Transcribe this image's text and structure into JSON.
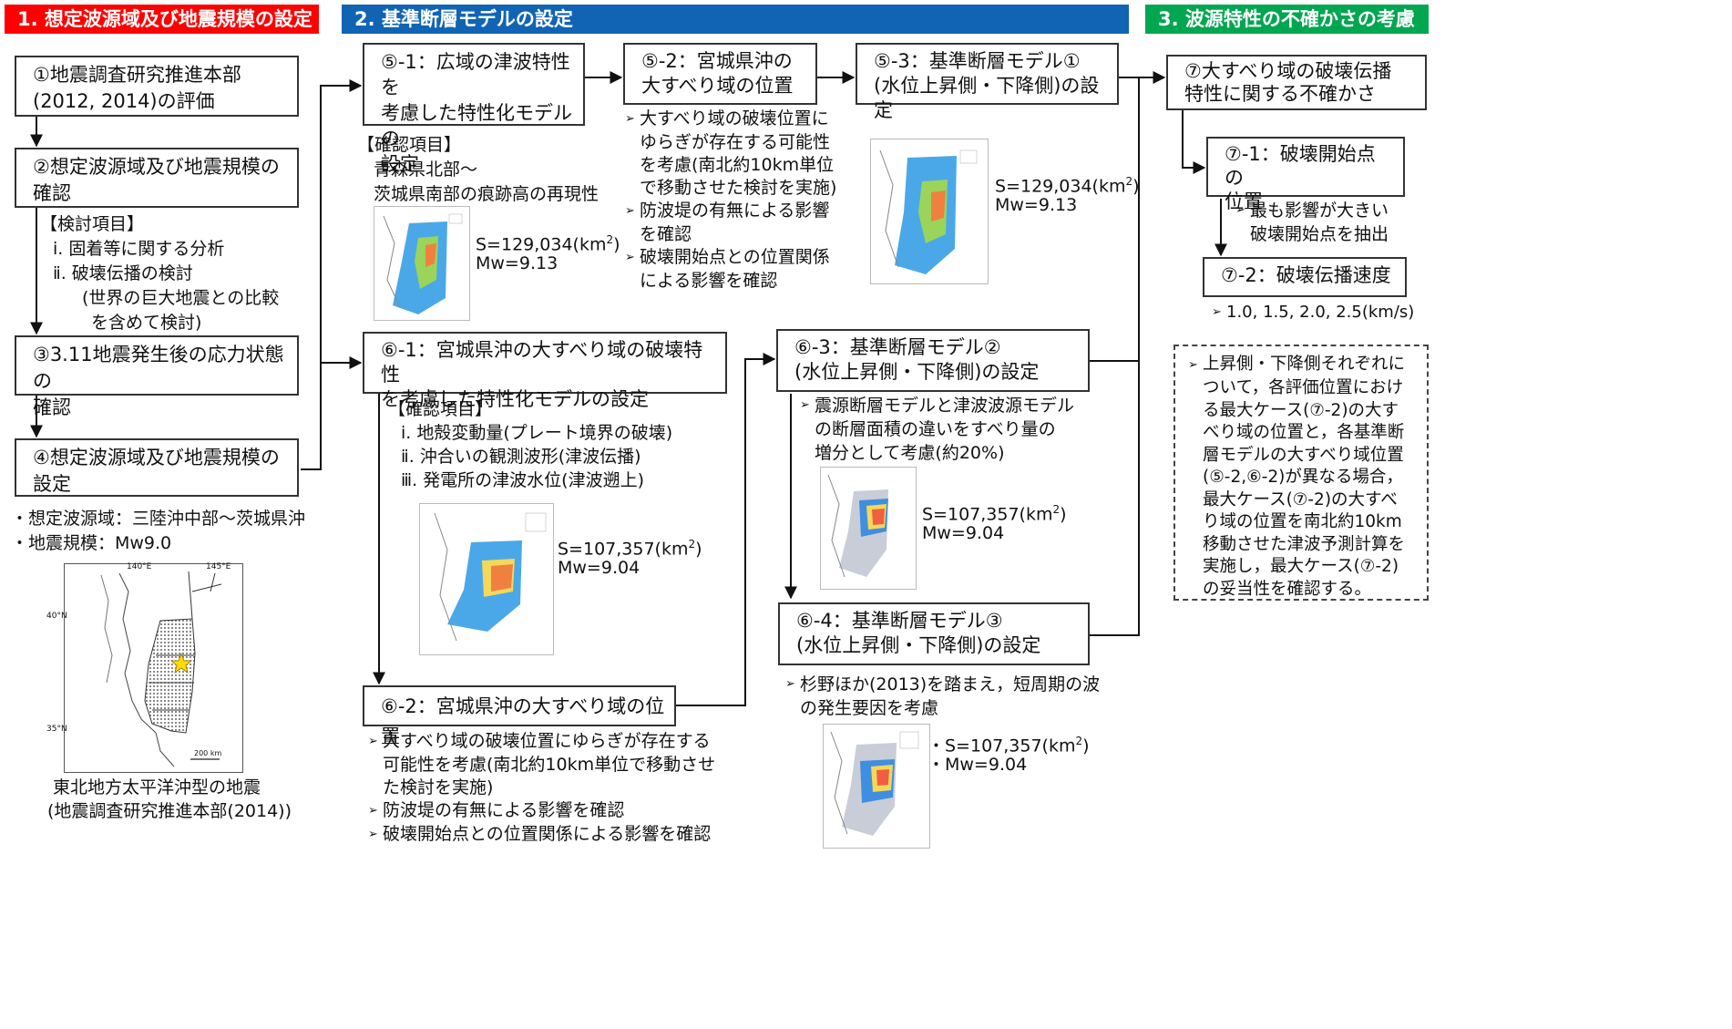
{
  "headers": {
    "h1": "1. 想定波源域及び地震規模の設定",
    "h2": "2. 基準断層モデルの設定",
    "h3": "3. 波源特性の不確かさの考慮"
  },
  "colors": {
    "h1": "#ff0000",
    "h2": "#1164b4",
    "h3": "#00a650"
  },
  "col1": {
    "b1_l1": "①地震調査研究推進本部",
    "b1_l2": "(2012, 2014)の評価",
    "b2_l1": "②想定波源域及び地震規模の",
    "b2_l2": "確認",
    "kento_title": "【検討項目】",
    "kento_1": "ⅰ. 固着等に関する分析",
    "kento_2": "ⅱ. 破壊伝播の検討",
    "kento_3": "(世界の巨大地震との比較",
    "kento_4": "を含めて検討)",
    "b3_l1": "③3.11地震発生後の応力状態の",
    "b3_l2": "確認",
    "b4_l1": "④想定波源域及び地震規模の",
    "b4_l2": "設定",
    "setting_1": "・想定波源域：三陸沖中部～茨城県沖",
    "setting_2": "・地震規模：Mw9.0",
    "map_lon1": "140°E",
    "map_lon2": "145°E",
    "map_lat1": "40°N",
    "map_lat2": "35°N",
    "map_scale": "200 km",
    "map_cap1": "東北地方太平洋沖型の地震",
    "map_cap2": "(地震調査研究推進本部(2014))"
  },
  "col2": {
    "b51_l1": "⑤-1：広域の津波特性を",
    "b51_l2": "考慮した特性化モデルの",
    "b51_l3": "設定",
    "kakunin_title": "【確認項目】",
    "kakunin_1": "青森県北部～",
    "kakunin_2": "茨城県南部の痕跡高の再現性",
    "s51": "S=129,034(km",
    "mw51": "Mw=9.13",
    "b52_l1": "⑤-2：宮城県沖の",
    "b52_l2": "大すべり域の位置",
    "b52_bul1_l1": "大すべり域の破壊位置に",
    "b52_bul1_l2": "ゆらぎが存在する可能性",
    "b52_bul1_l3": "を考慮(南北約10km単位",
    "b52_bul1_l4": "で移動させた検討を実施)",
    "b52_bul2_l1": "防波堤の有無による影響",
    "b52_bul2_l2": "を確認",
    "b52_bul3_l1": "破壊開始点との位置関係",
    "b52_bul3_l2": "による影響を確認",
    "b53_l1": "⑤-3：基準断層モデル①",
    "b53_l2": "(水位上昇側・下降側)の設定",
    "s53": "S=129,034(km",
    "mw53": "Mw=9.13",
    "b61_l1": "⑥-1：宮城県沖の大すべり域の破壊特性",
    "b61_l2": "を考慮した特性化モデルの設定",
    "kakunin61_title": "【確認項目】",
    "kakunin61_1": "ⅰ. 地殻変動量(プレート境界の破壊)",
    "kakunin61_2": "ⅱ. 沖合いの観測波形(津波伝播)",
    "kakunin61_3": "ⅲ. 発電所の津波水位(津波遡上)",
    "s61": "S=107,357(km",
    "mw61": "Mw=9.04",
    "b62": "⑥-2：宮城県沖の大すべり域の位置",
    "b62_bul1_l1": "大すべり域の破壊位置にゆらぎが存在する",
    "b62_bul1_l2": "可能性を考慮(南北約10km単位で移動させ",
    "b62_bul1_l3": "た検討を実施)",
    "b62_bul2": "防波堤の有無による影響を確認",
    "b62_bul3": "破壊開始点との位置関係による影響を確認",
    "b63_l1": "⑥-3：基準断層モデル②",
    "b63_l2": "(水位上昇側・下降側)の設定",
    "b63_bul1_l1": "震源断層モデルと津波波源モデル",
    "b63_bul1_l2": "の断層面積の違いをすべり量の",
    "b63_bul1_l3": "増分として考慮(約20%)",
    "s63": "S=107,357(km",
    "mw63": "Mw=9.04",
    "b64_l1": "⑥-4：基準断層モデル③",
    "b64_l2": "(水位上昇側・下降側)の設定",
    "b64_bul1_l1": "杉野ほか(2013)を踏まえ，短周期の波",
    "b64_bul1_l2": "の発生要因を考慮",
    "s64": "・S=107,357(km",
    "mw64": "・Mw=9.04",
    "sup2": "2",
    "close_paren": ")"
  },
  "col3": {
    "b7_l1": "⑦大すべり域の破壊伝播",
    "b7_l2": "特性に関する不確かさ",
    "b71_l1": "⑦-1：破壊開始点の",
    "b71_l2": "位置",
    "b71_bul_l1": "最も影響が大きい",
    "b71_bul_l2": "破壊開始点を抽出",
    "b72": "⑦-2：破壊伝播速度",
    "b72_bul": "1.0, 1.5, 2.0, 2.5(km/s)",
    "note_l1": "上昇側・下降側それぞれに",
    "note_l2": "ついて，各評価位置におけ",
    "note_l3": "る最大ケース(⑦-2)の大す",
    "note_l4": "べり域の位置と，各基準断",
    "note_l5": "層モデルの大すべり域位置",
    "note_l6": "(⑤-2,⑥-2)が異なる場合，",
    "note_l7": "最大ケース(⑦-2)の大すべ",
    "note_l8": "り域の位置を南北約10km",
    "note_l9": "移動させた津波予測計算を",
    "note_l10": "実施し，最大ケース(⑦-2)",
    "note_l11": "の妥当性を確認する。"
  },
  "bullet_glyph": "➢"
}
